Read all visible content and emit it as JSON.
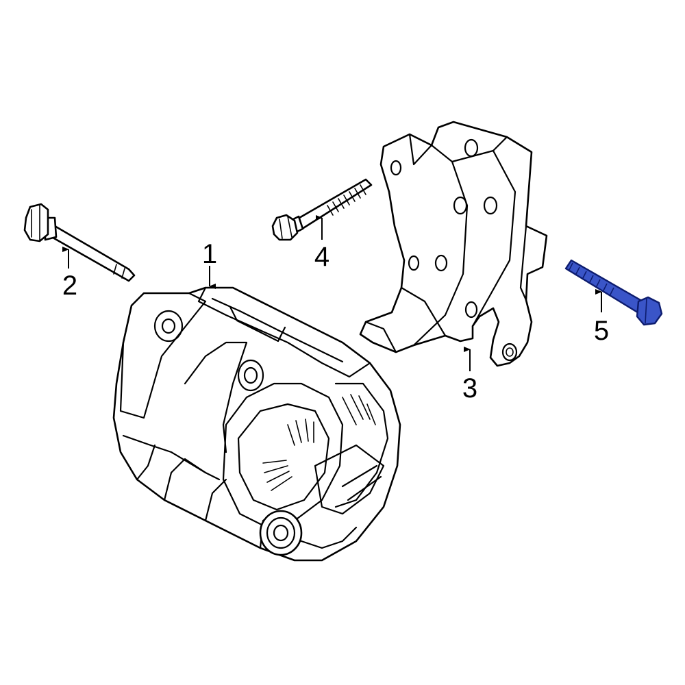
{
  "callouts": [
    {
      "id": "1",
      "label": "1",
      "highlighted": false
    },
    {
      "id": "2",
      "label": "2",
      "highlighted": false
    },
    {
      "id": "3",
      "label": "3",
      "highlighted": false
    },
    {
      "id": "4",
      "label": "4",
      "highlighted": false
    },
    {
      "id": "5",
      "label": "5",
      "highlighted": true
    }
  ],
  "colors": {
    "line": "#000000",
    "highlight_fill": "#3a55c8",
    "highlight_stroke": "#0d1c6e",
    "background": "#ffffff"
  }
}
